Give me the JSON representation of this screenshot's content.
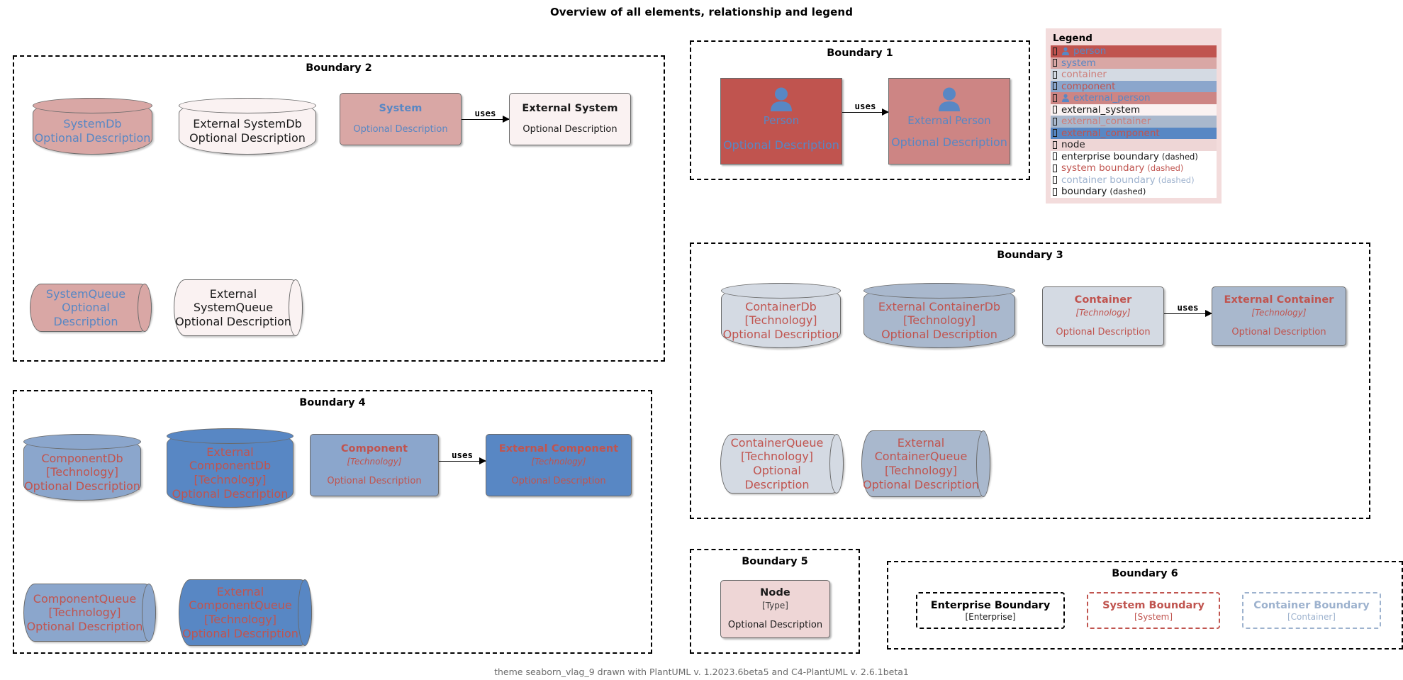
{
  "title": "Overview of all elements, relationship and legend",
  "footer": "theme seaborn_vlag_9 drawn with PlantUML v. 1.2023.6beta5 and C4-PlantUML v. 2.6.1beta1",
  "labels": {
    "optional_description": "Optional Description",
    "technology": "[Technology]",
    "type": "[Type]",
    "uses": "uses"
  },
  "colors": {
    "person": "#c0544f",
    "external_person": "#cd8584",
    "system": "#d9a7a5",
    "external_system": "#faf2f2",
    "container": "#d4dae3",
    "external_container": "#a9b8cd",
    "component": "#8ba6cc",
    "external_component": "#5887c4",
    "node": "#eed6d6",
    "legend_background": "#f3dcdc",
    "text_blue": "#5887c4",
    "text_red": "#c0544f",
    "text_black": "#1a1a1a",
    "text_boundary_blue": "#9db2ce",
    "boundary_black": "#000000",
    "boundary_red": "#c0544f",
    "boundary_blue": "#9db2ce"
  },
  "boundaries": {
    "b1": {
      "title": "Boundary 1"
    },
    "b2": {
      "title": "Boundary 2"
    },
    "b3": {
      "title": "Boundary 3"
    },
    "b4": {
      "title": "Boundary 4"
    },
    "b5": {
      "title": "Boundary 5"
    },
    "b6": {
      "title": "Boundary 6"
    }
  },
  "elements": {
    "person": {
      "name": "Person",
      "desc": "Optional Description"
    },
    "external_person": {
      "name": "External Person",
      "desc": "Optional Description"
    },
    "system_db": {
      "name": "SystemDb",
      "desc": "Optional Description"
    },
    "external_system_db": {
      "name": "External SystemDb",
      "desc": "Optional Description"
    },
    "system": {
      "name": "System",
      "desc": "Optional Description"
    },
    "external_system": {
      "name": "External System",
      "desc": "Optional Description"
    },
    "system_queue": {
      "name": "SystemQueue",
      "desc": "Optional Description"
    },
    "external_system_queue": {
      "name": "External SystemQueue",
      "desc": "Optional Description"
    },
    "container_db": {
      "name": "ContainerDb",
      "tech": "[Technology]",
      "desc": "Optional Description"
    },
    "external_container_db": {
      "name": "External ContainerDb",
      "tech": "[Technology]",
      "desc": "Optional Description"
    },
    "container": {
      "name": "Container",
      "tech": "[Technology]",
      "desc": "Optional Description"
    },
    "external_container": {
      "name": "External Container",
      "tech": "[Technology]",
      "desc": "Optional Description"
    },
    "container_queue": {
      "name": "ContainerQueue",
      "tech": "[Technology]",
      "desc": "Optional Description"
    },
    "external_container_queue": {
      "name": "External ContainerQueue",
      "tech": "[Technology]",
      "desc": "Optional Description"
    },
    "component_db": {
      "name": "ComponentDb",
      "tech": "[Technology]",
      "desc": "Optional Description"
    },
    "external_component_db": {
      "name": "External ComponentDb",
      "tech": "[Technology]",
      "desc": "Optional Description"
    },
    "component": {
      "name": "Component",
      "tech": "[Technology]",
      "desc": "Optional Description"
    },
    "external_component": {
      "name": "External Component",
      "tech": "[Technology]",
      "desc": "Optional Description"
    },
    "component_queue": {
      "name": "ComponentQueue",
      "tech": "[Technology]",
      "desc": "Optional Description"
    },
    "external_component_queue": {
      "name": "External ComponentQueue",
      "tech": "[Technology]",
      "desc": "Optional Description"
    },
    "node": {
      "name": "Node",
      "tech": "[Type]",
      "desc": "Optional Description"
    },
    "enterprise_boundary_sample": {
      "name": "Enterprise Boundary",
      "tech": "[Enterprise]"
    },
    "system_boundary_sample": {
      "name": "System Boundary",
      "tech": "[System]"
    },
    "container_boundary_sample": {
      "name": "Container Boundary",
      "tech": "[Container]"
    }
  },
  "relationships": [
    {
      "id": "rel_system_uses",
      "label": "uses",
      "from": "System",
      "to": "External System"
    },
    {
      "id": "rel_person_uses",
      "label": "uses",
      "from": "Person",
      "to": "External Person"
    },
    {
      "id": "rel_container_uses",
      "label": "uses",
      "from": "Container",
      "to": "External Container"
    },
    {
      "id": "rel_component_uses",
      "label": "uses",
      "from": "Component",
      "to": "External Component"
    }
  ],
  "legend": {
    "title": "Legend",
    "rows": [
      {
        "label": "person",
        "suffix": "",
        "row_bg": "#c0544f",
        "text": "#5887c4",
        "has_person_icon": true
      },
      {
        "label": "system",
        "suffix": "",
        "row_bg": "#d9a7a5",
        "text": "#5887c4",
        "has_person_icon": false
      },
      {
        "label": "container",
        "suffix": "",
        "row_bg": "#d4dae3",
        "text": "#cd7d78",
        "has_person_icon": false
      },
      {
        "label": "component",
        "suffix": "",
        "row_bg": "#8ba6cc",
        "text": "#c0544f",
        "has_person_icon": false
      },
      {
        "label": "external_person",
        "suffix": "",
        "row_bg": "#cd8584",
        "text": "#5887c4",
        "has_person_icon": true
      },
      {
        "label": "external_system",
        "suffix": "",
        "row_bg": "#faf2f2",
        "text": "#1a1a1a",
        "has_person_icon": false
      },
      {
        "label": "external_container",
        "suffix": "",
        "row_bg": "#a9b8cd",
        "text": "#cd7d78",
        "has_person_icon": false
      },
      {
        "label": "external_component",
        "suffix": "",
        "row_bg": "#5887c4",
        "text": "#c0544f",
        "has_person_icon": false
      },
      {
        "label": "node",
        "suffix": "",
        "row_bg": "#eed6d6",
        "text": "#1a1a1a",
        "has_person_icon": false
      },
      {
        "label": "enterprise boundary",
        "suffix": "(dashed)",
        "row_bg": "#ffffff",
        "text": "#1a1a1a",
        "has_person_icon": false
      },
      {
        "label": "system boundary",
        "suffix": "(dashed)",
        "row_bg": "#ffffff",
        "text": "#c0544f",
        "has_person_icon": false
      },
      {
        "label": "container boundary",
        "suffix": "(dashed)",
        "row_bg": "#ffffff",
        "text": "#9db2ce",
        "has_person_icon": false
      },
      {
        "label": "boundary",
        "suffix": "(dashed)",
        "row_bg": "#ffffff",
        "text": "#1a1a1a",
        "has_person_icon": false
      }
    ]
  }
}
